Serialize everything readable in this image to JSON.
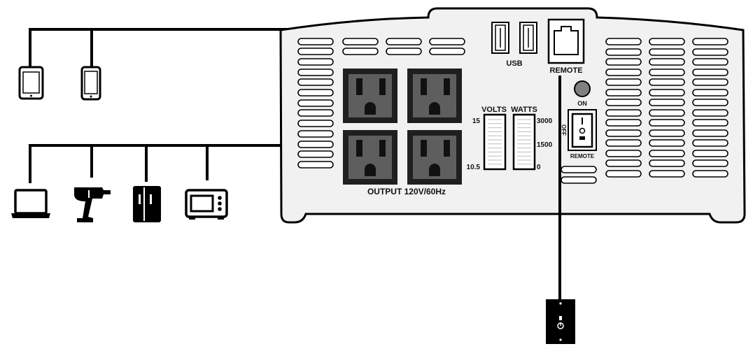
{
  "labels": {
    "usb": "USB",
    "remote_port": "REMOTE",
    "volts": "VOLTS",
    "watts": "WATTS",
    "volts_high": "15",
    "volts_low": "10.5",
    "watts_high": "3000",
    "watts_mid": "1500",
    "watts_low": "0",
    "on": "ON",
    "off": "OFF",
    "switch_remote": "REMOTE",
    "output": "OUTPUT 120V/60Hz"
  },
  "devices": {
    "usb_devices": [
      "tablet-icon",
      "smartphone-icon"
    ],
    "outlet_devices": [
      "laptop-icon",
      "power-drill-icon",
      "refrigerator-icon",
      "microwave-icon"
    ],
    "remote_accessory": "remote-switch-panel-icon"
  },
  "colors": {
    "line": "#000000",
    "panel_fill": "#f1f1f1",
    "outlet_frame": "#1f1f1f",
    "outlet_face": "#5e5e5e",
    "indicator": "#808080"
  }
}
